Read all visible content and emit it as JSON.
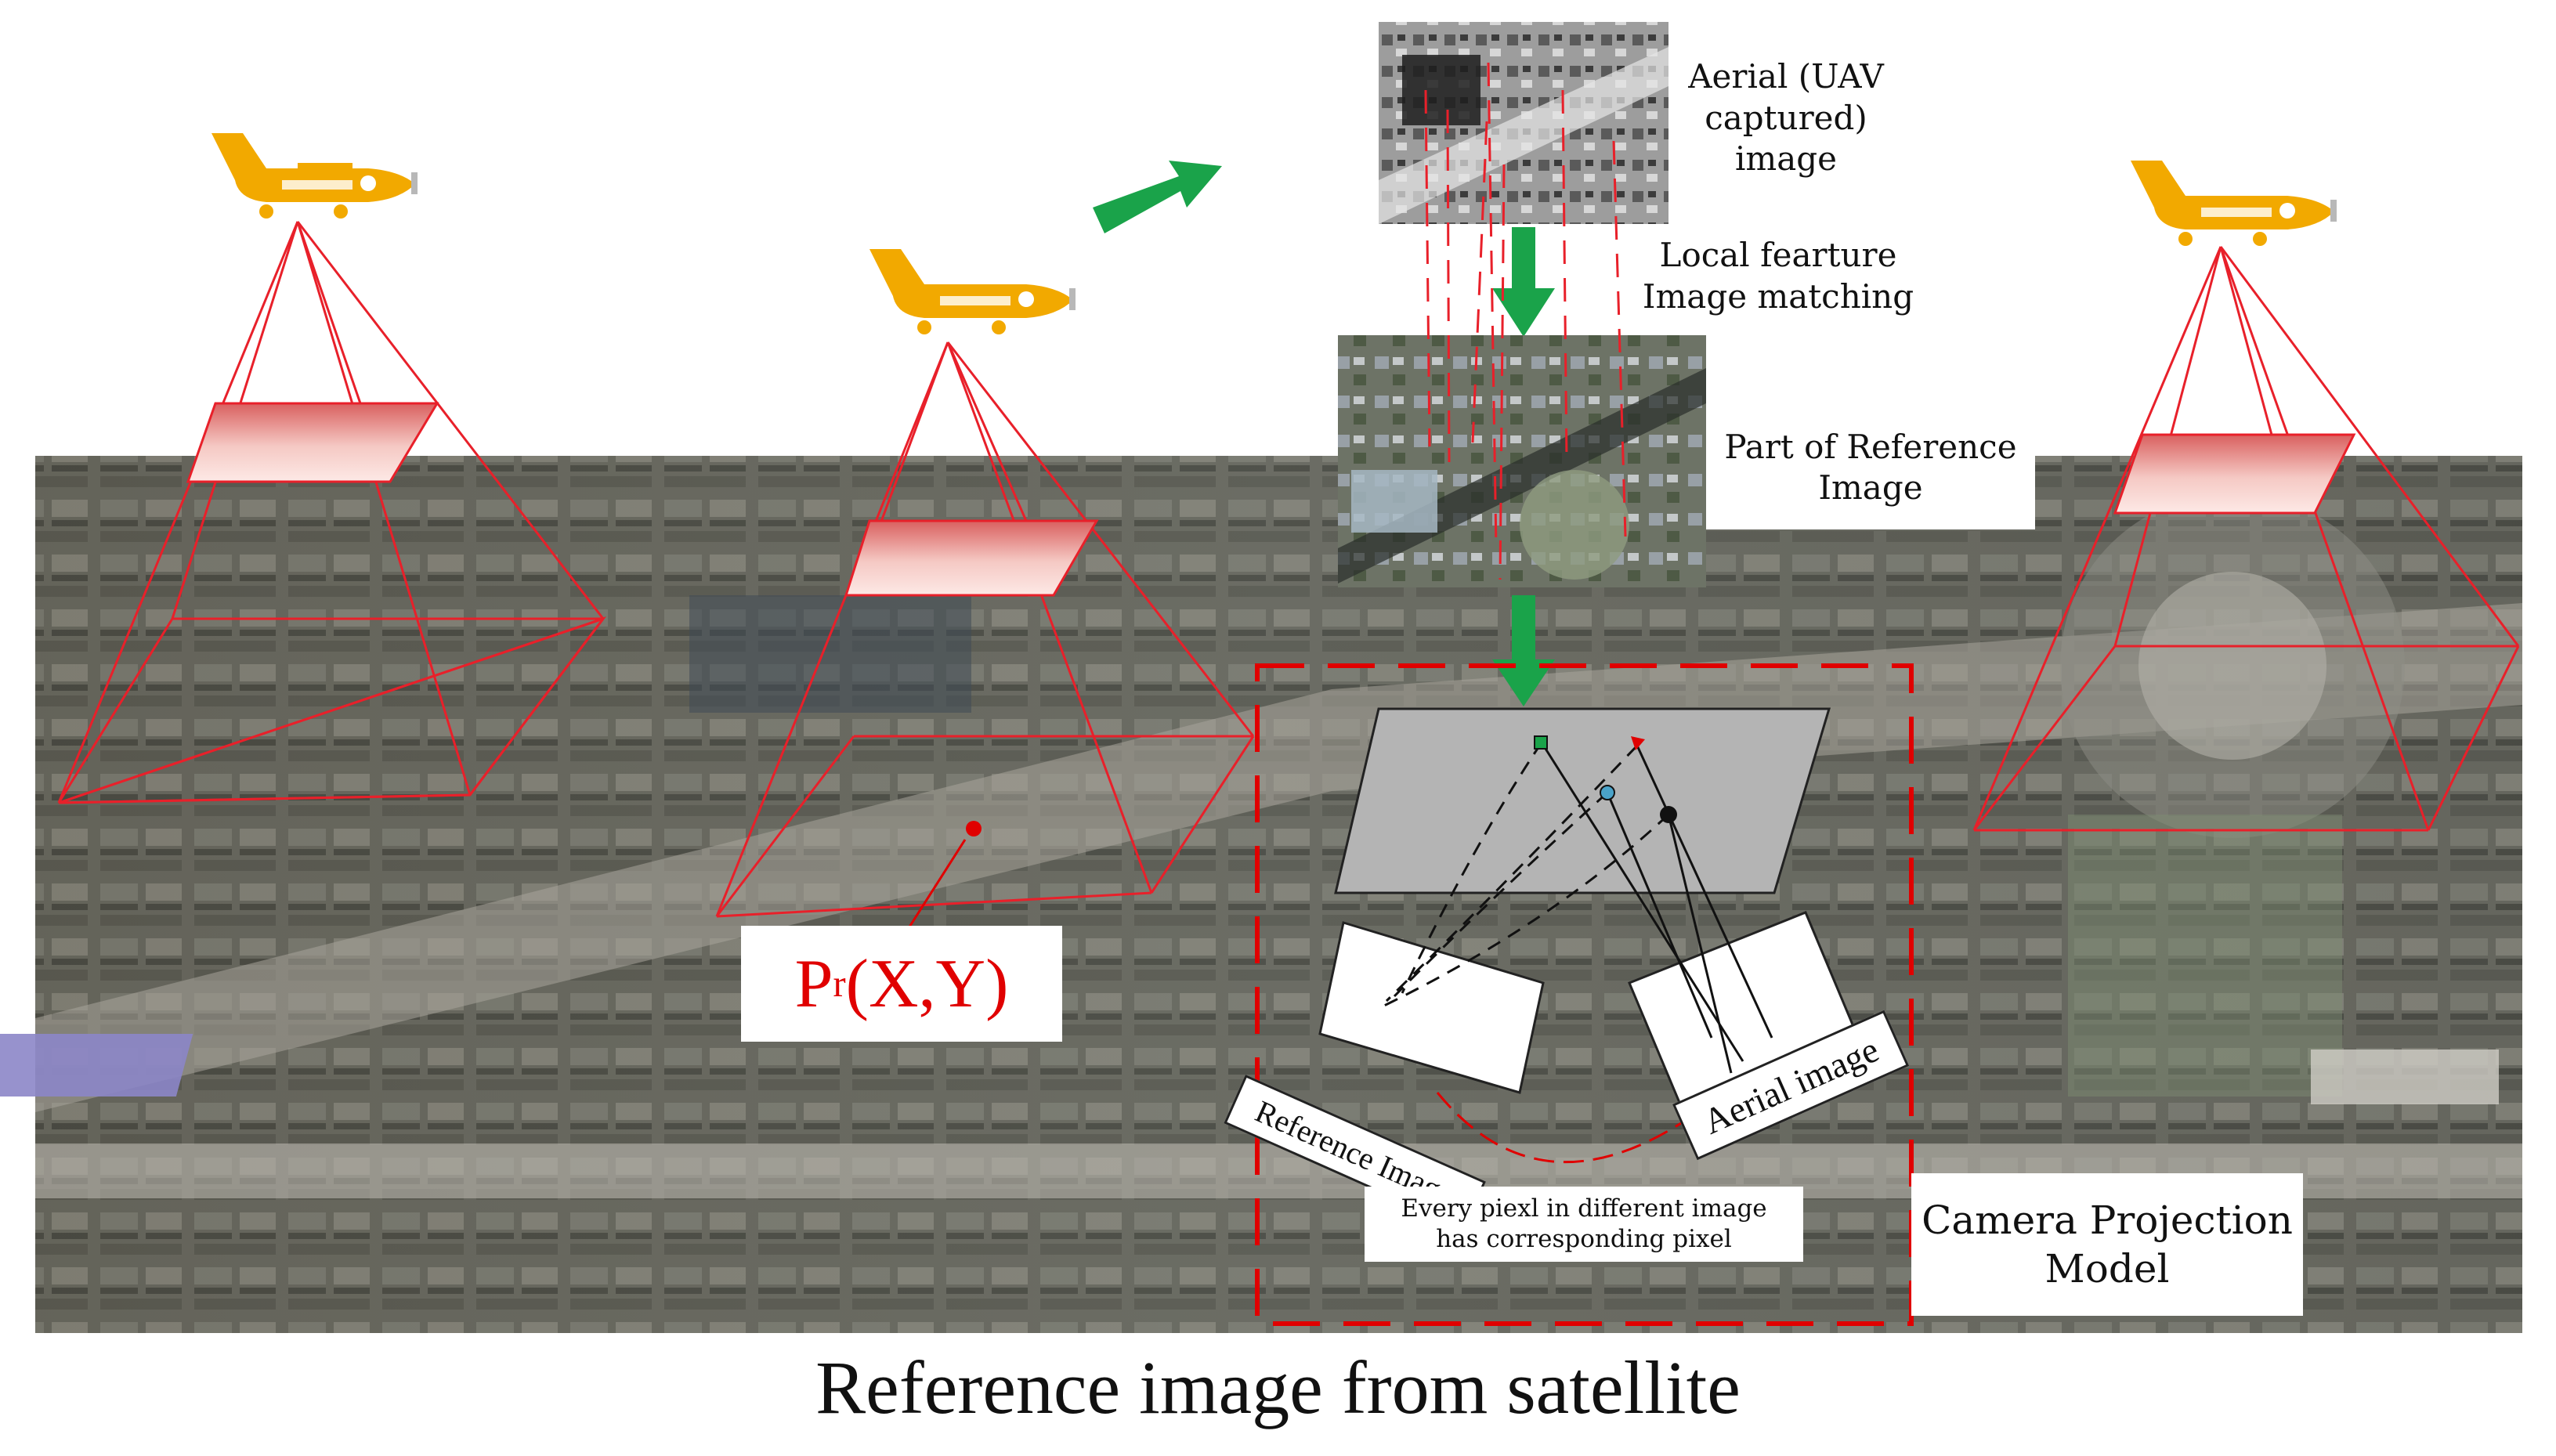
{
  "diagram": {
    "caption": "Reference image from satellite",
    "labels": {
      "aerial_uav": "Aerial (UAV\ncaptured)\nimage",
      "local_feature": "Local fearture\nImage matching",
      "part_of_reference": "Part of Reference\nImage",
      "camera_projection": "Camera Projection\nModel",
      "reference_image": "Reference Image",
      "aerial_image": "Aerial image",
      "every_pixel": "Every piexl in different image\nhas corresponding pixel"
    },
    "point_label": {
      "main": "P",
      "sub": "r",
      "coords": "(X,Y)"
    }
  },
  "colors": {
    "pyramid_red": "#e8202a",
    "arrow_green": "#1aa34a",
    "plane_yellow": "#f2a900",
    "plane_gray": "#b8b8b8"
  },
  "icons": [
    "airplane-icon",
    "green-arrow-icon",
    "satellite-map-image",
    "aerial-photo-image"
  ]
}
